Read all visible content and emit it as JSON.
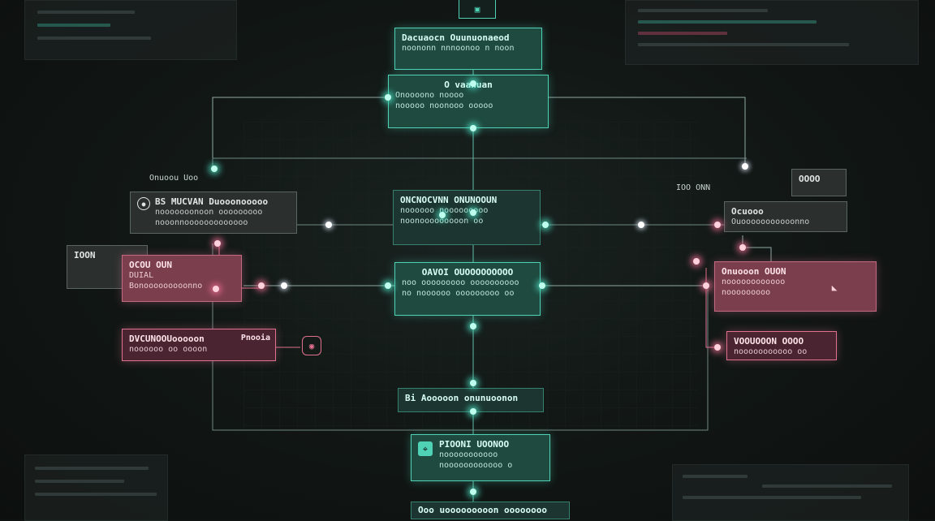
{
  "nodes": {
    "top_header": {
      "title": "Dacuaocn Ouunuonaeod",
      "sub": "noononn nnnoonoo n noon"
    },
    "top_main": {
      "title": "O vaanuan",
      "line1": "Onoooono noooo",
      "line2": "nooooo noonooo ooooo"
    },
    "mid_upper": {
      "title": "ONCNOCVNN ONUNOOUN",
      "line1": "noooooo nooooooooo",
      "line2": "noonooooooooon oo"
    },
    "center": {
      "title": "OAVOI OUOOOOOOOOO",
      "line1": "noo ooooooooo oooooooooo",
      "line2": "no noooooo ooooooooo oo"
    },
    "bottom_a": {
      "title": "Bi Aooooon onunuoonon"
    },
    "bottom_b": {
      "title": "PIOONI UOONOO",
      "line1": "nooooooooooo",
      "line2": "noooooooooooo o"
    },
    "bottom_c": {
      "title": "Ooo uooooooooon oooooooo"
    },
    "left_gray": {
      "title": "BS MUCVAN Duooonooooo",
      "line1": "nooooooonoon ooooooooo",
      "line2": "nooonnooooooooooooo"
    },
    "left_pink_mid": {
      "title": "OCOU OUN",
      "line1": "DUIAL",
      "line2": "Bonooooooooonno"
    },
    "left_pink_low": {
      "title": "DVCUNOOUooooon",
      "line1": "noooooo oo oooon",
      "tag": "Pnooia"
    },
    "right_gray": {
      "title": "Ocuooo",
      "line1": "Ouooooooooooonno"
    },
    "right_pink_mid": {
      "title": "Onuooon OUON",
      "line1": "noooooooooooo",
      "line2": "nooooooooo"
    },
    "right_pink_low": {
      "title": "VOOUOOON OOOO",
      "line1": "nooooooooooo oo"
    }
  },
  "labels": {
    "left_top": "Onuoou Uoo",
    "left_grp": "IOON",
    "right_top": "IOO ONN",
    "right_top2": "OOOO"
  },
  "icons": {
    "top_chip": "chip-icon",
    "left_node_icon": "circle-icon",
    "left_tag_icon": "location-pin-icon",
    "bottom_pin": "map-pin-icon",
    "right_flag": "flag-icon"
  },
  "colors": {
    "teal": "#4fd1b5",
    "pink": "#e0708f",
    "bg": "#0f1312"
  }
}
